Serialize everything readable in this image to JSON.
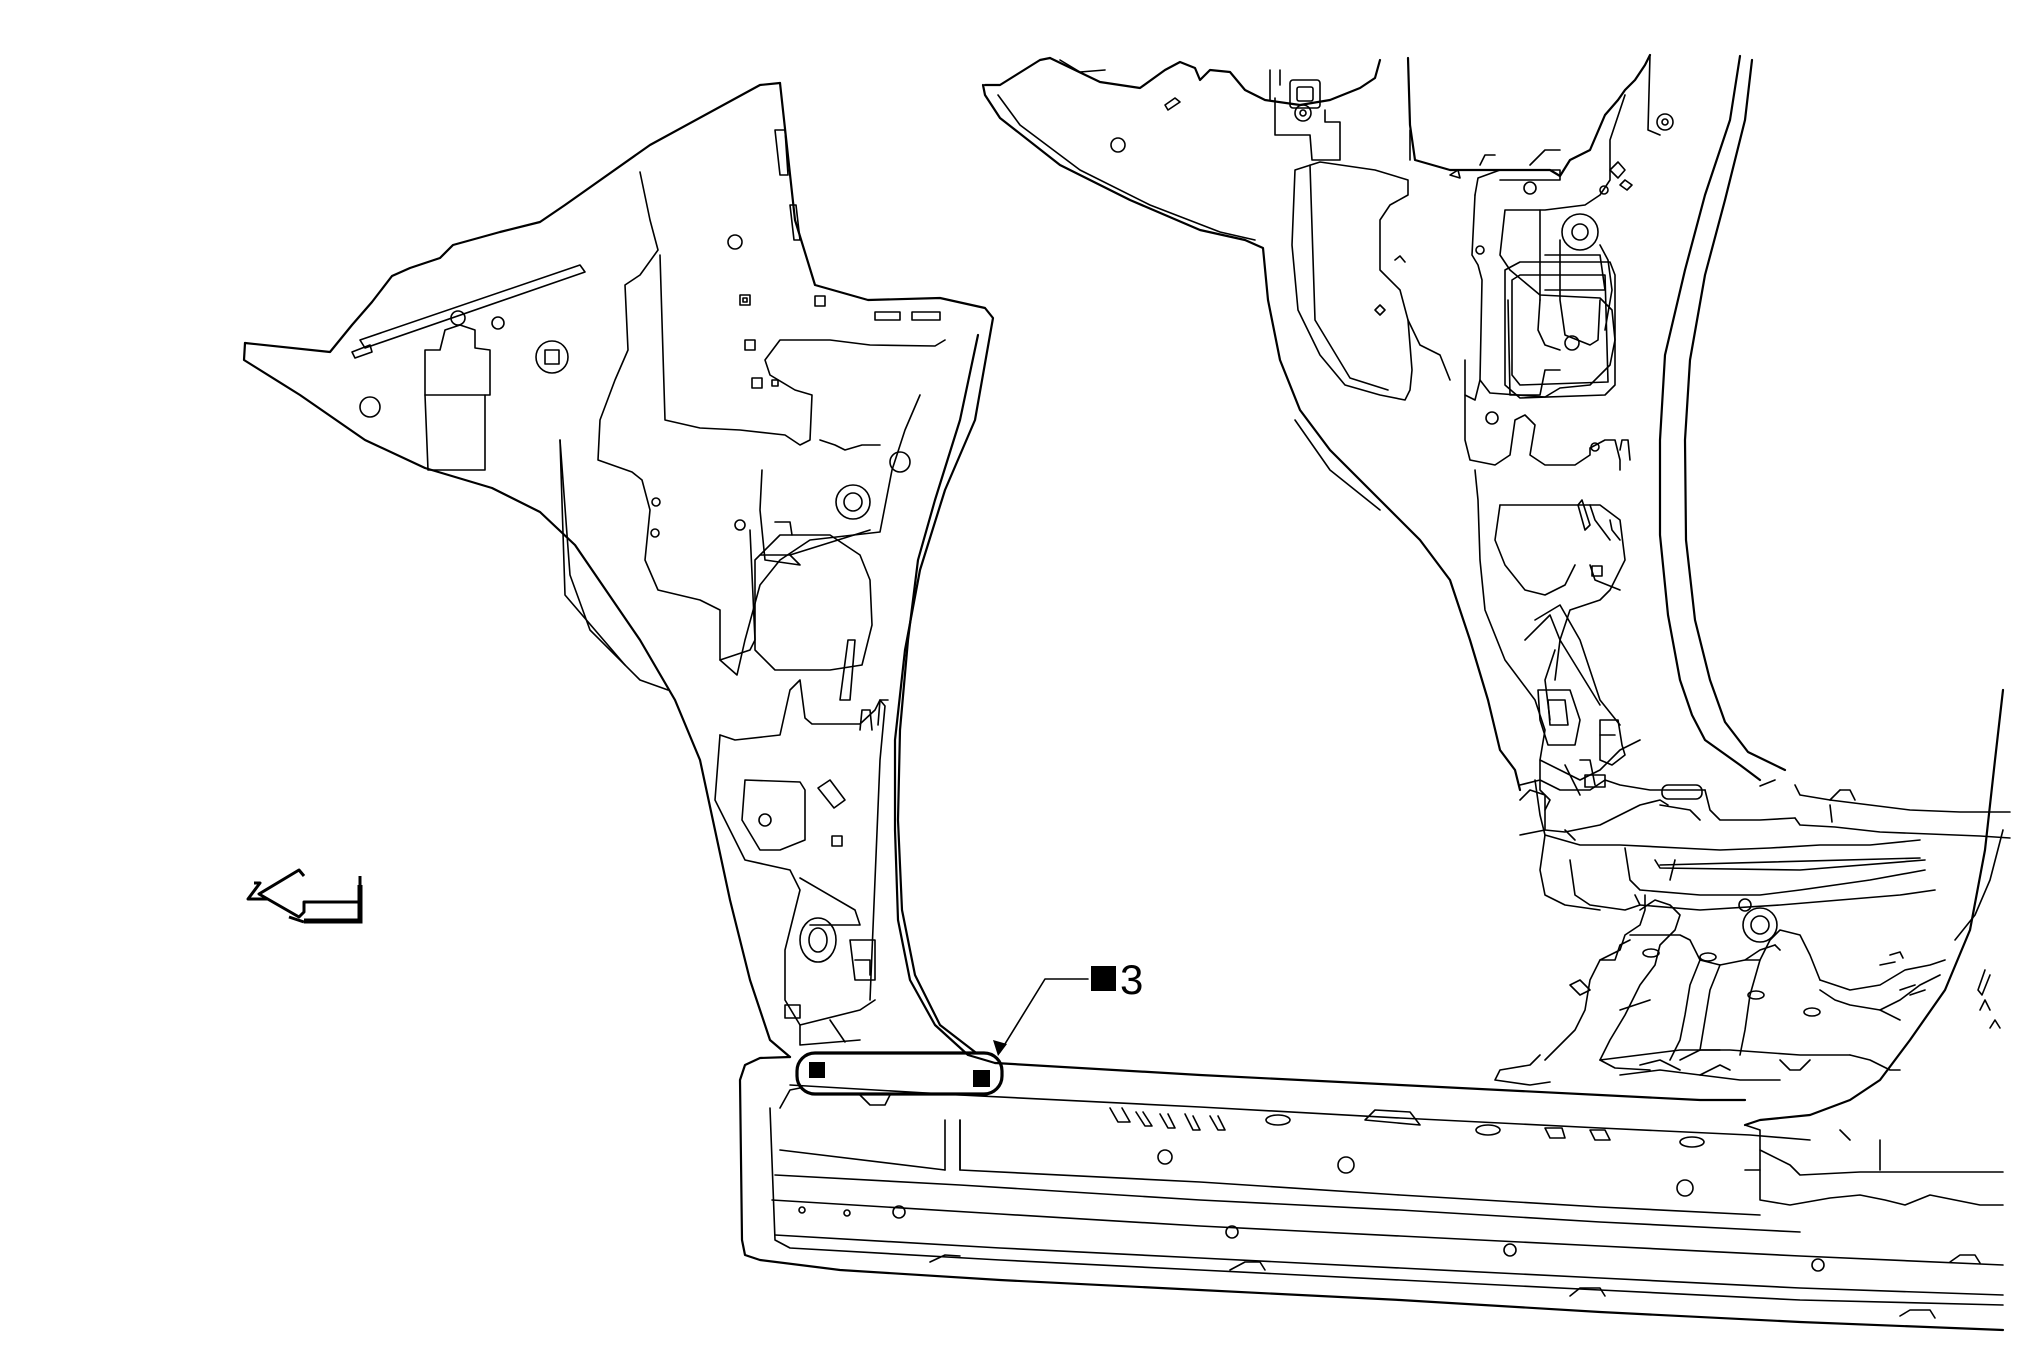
{
  "diagram": {
    "callouts": [
      {
        "marker": "solid-square",
        "number": "3"
      }
    ],
    "direction_arrow": "front-arrow-left",
    "colors": {
      "line": "#000000",
      "background": "#ffffff"
    }
  }
}
